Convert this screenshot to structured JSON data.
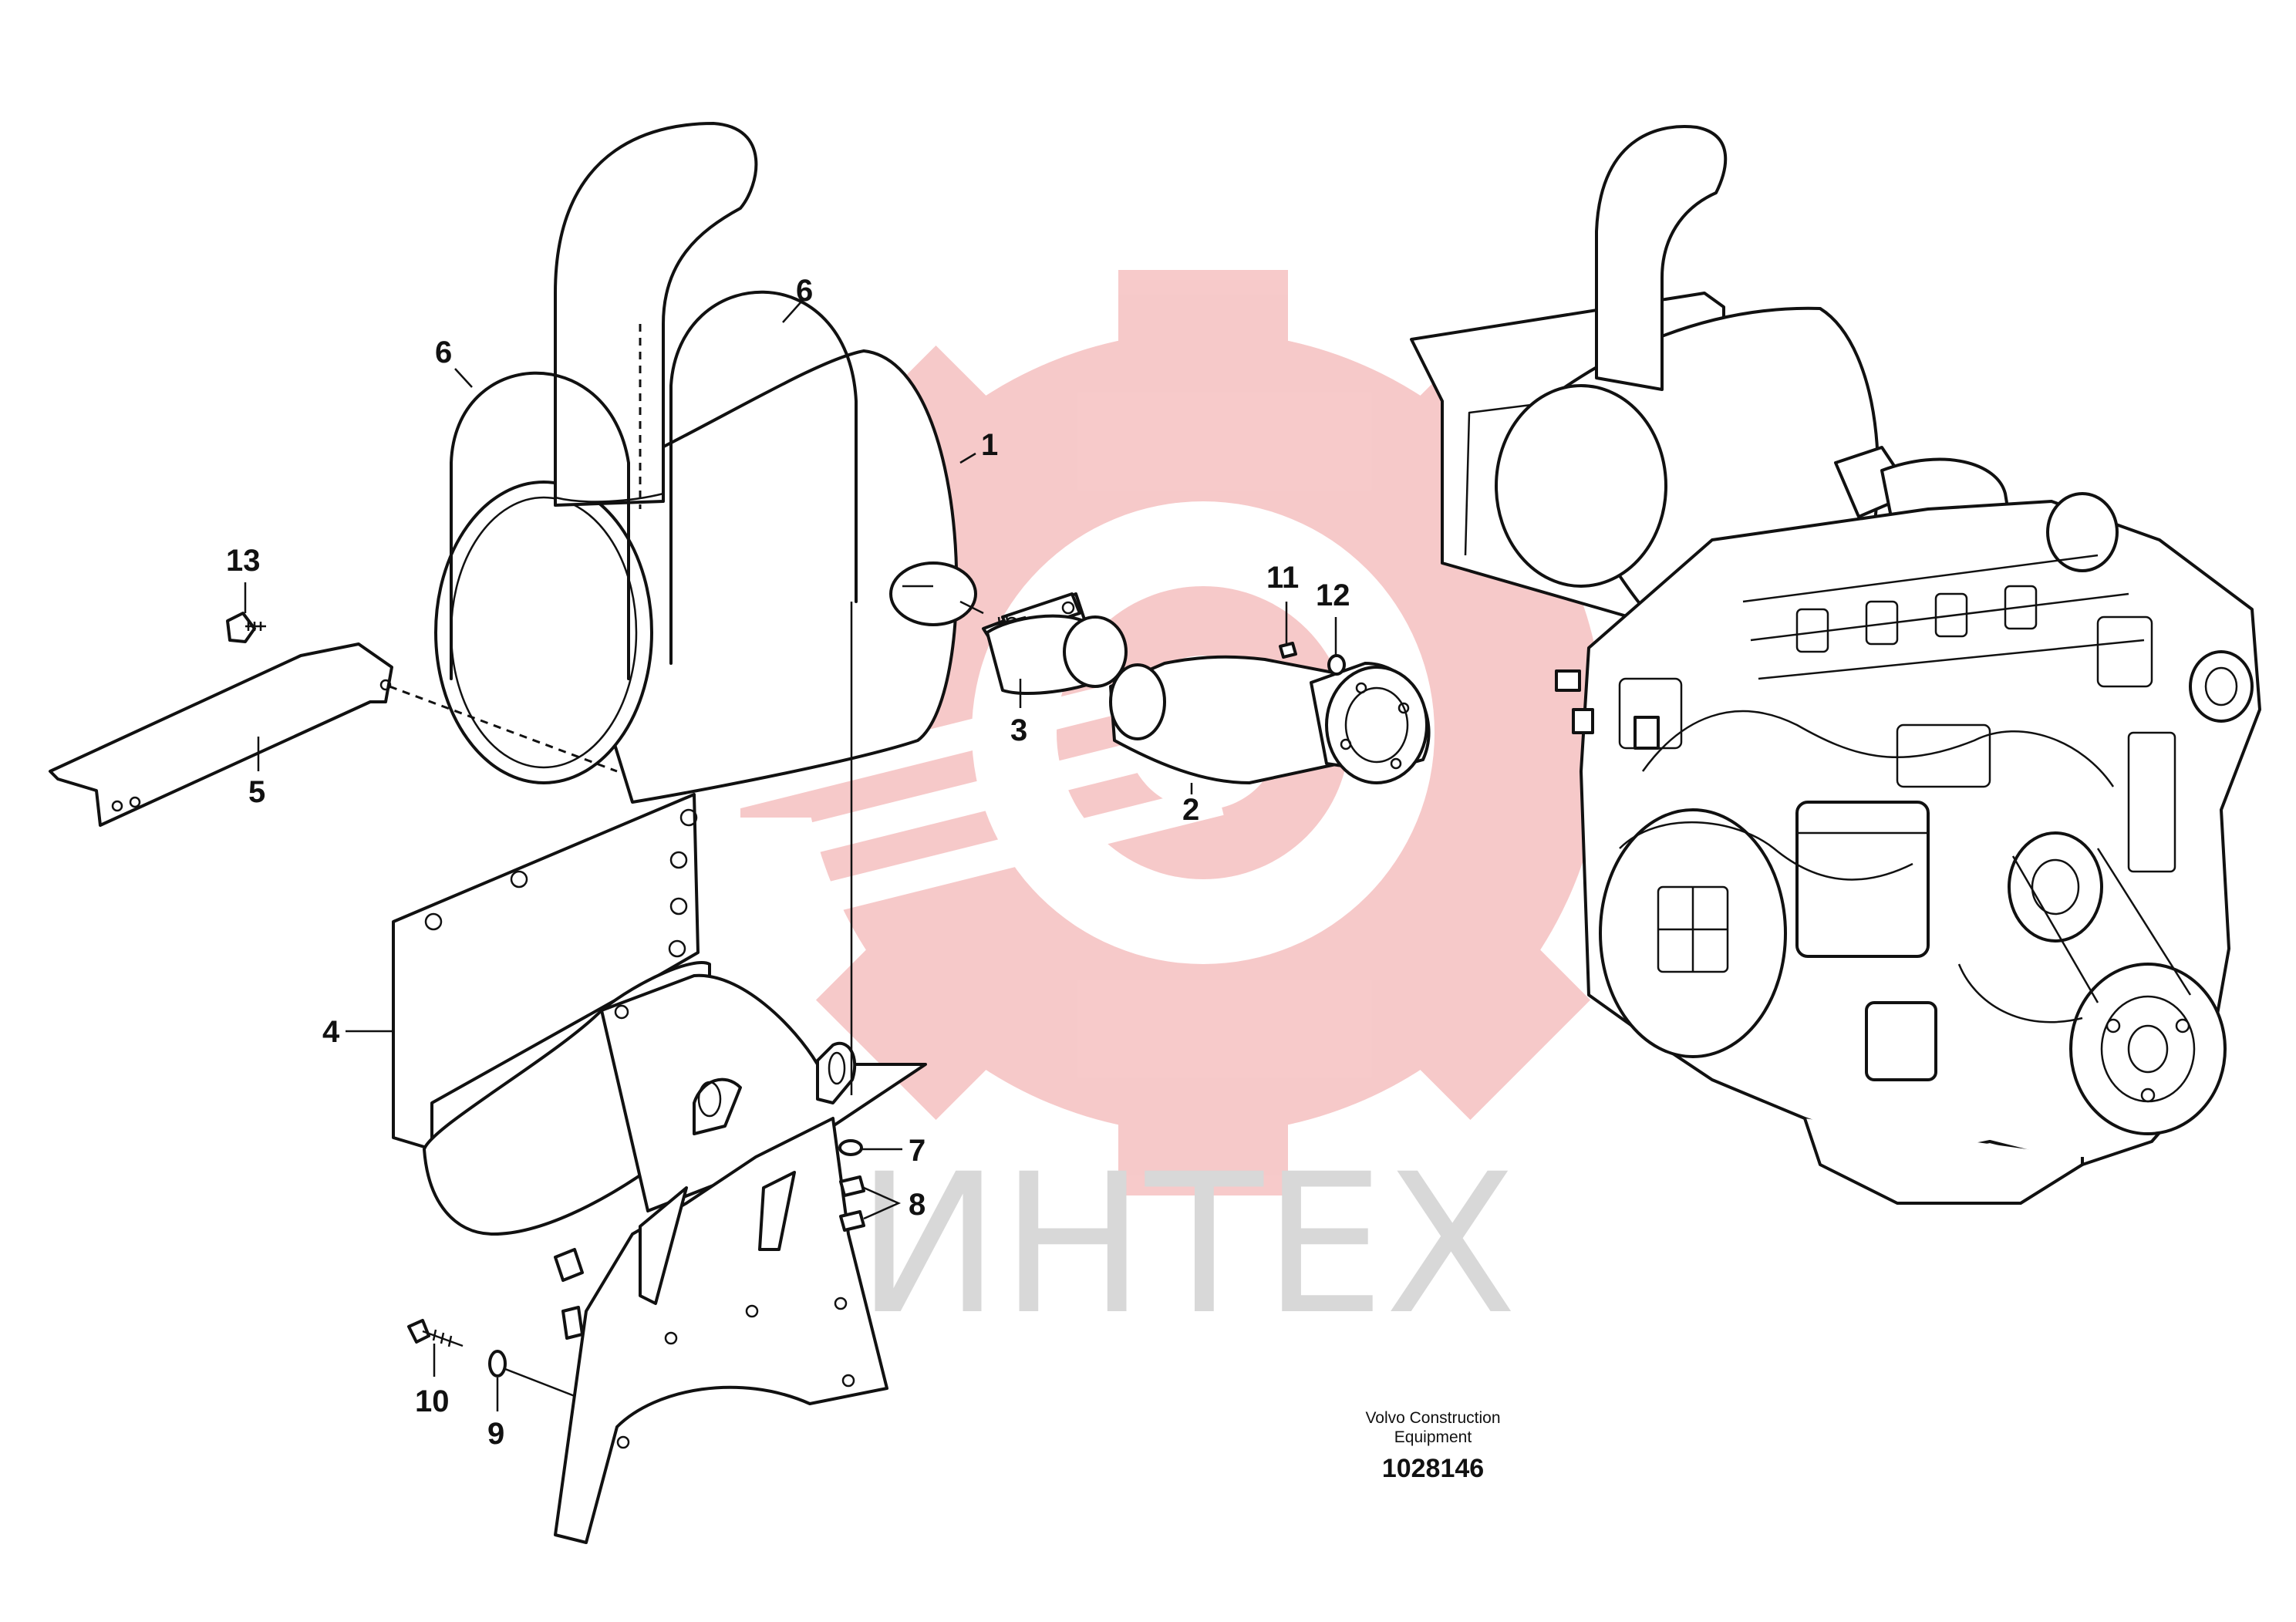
{
  "watermark": {
    "text": "ИНТЕХ",
    "gear_color": "#f4b8b8",
    "text_color": "#d8d8d8"
  },
  "callouts": [
    "1",
    "2",
    "3",
    "4",
    "5",
    "6",
    "6",
    "7",
    "8",
    "9",
    "10",
    "11",
    "12",
    "13"
  ],
  "footer": {
    "vendor_line1": "Volvo Construction",
    "vendor_line2": "Equipment",
    "drawing_number": "1028146"
  },
  "colors": {
    "line": "#111111",
    "background": "#ffffff"
  }
}
